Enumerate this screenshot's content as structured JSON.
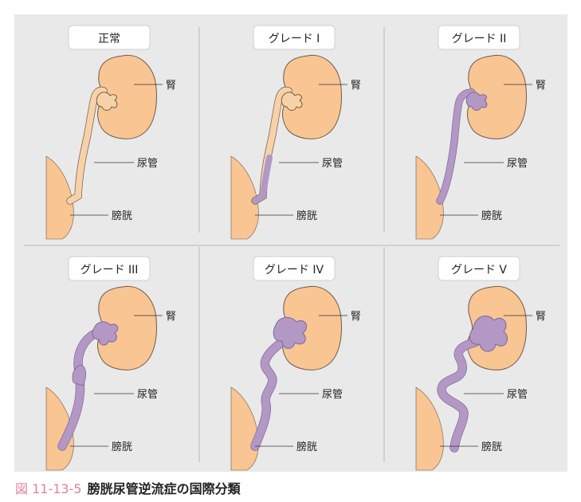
{
  "colors": {
    "panel_bg": "#e9e9ea",
    "divider": "#b8b8b8",
    "kidney_fill": "#f8c593",
    "kidney_stroke": "#6e5a46",
    "normal_ureter": "#f7d2a8",
    "reflux": "#b398c6",
    "reflux_stroke": "#7d6893",
    "caption_accent": "#e0849a"
  },
  "panels": [
    {
      "title": "正常",
      "grade": 0,
      "labels": {
        "kidney": "腎",
        "ureter": "尿管",
        "bladder": "膀胱"
      }
    },
    {
      "title": "グレード I",
      "grade": 1,
      "labels": {
        "kidney": "腎",
        "ureter": "尿管",
        "bladder": "膀胱"
      }
    },
    {
      "title": "グレード II",
      "grade": 2,
      "labels": {
        "kidney": "腎",
        "ureter": "尿管",
        "bladder": "膀胱"
      }
    },
    {
      "title": "グレード III",
      "grade": 3,
      "labels": {
        "kidney": "腎",
        "ureter": "尿管",
        "bladder": "膀胱"
      }
    },
    {
      "title": "グレード IV",
      "grade": 4,
      "labels": {
        "kidney": "腎",
        "ureter": "尿管",
        "bladder": "膀胱"
      }
    },
    {
      "title": "グレード V",
      "grade": 5,
      "labels": {
        "kidney": "腎",
        "ureter": "尿管",
        "bladder": "膀胱"
      }
    }
  ],
  "caption": {
    "number": "図 11-13-5",
    "title": "膀胱尿管逆流症の国際分類"
  }
}
